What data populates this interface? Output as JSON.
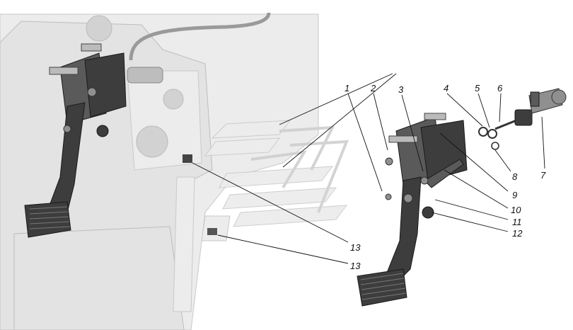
{
  "callouts": [
    {
      "id": "c1",
      "label": "1"
    },
    {
      "id": "c2",
      "label": "2"
    },
    {
      "id": "c3",
      "label": "3"
    },
    {
      "id": "c4",
      "label": "4"
    },
    {
      "id": "c5",
      "label": "5"
    },
    {
      "id": "c6",
      "label": "6"
    },
    {
      "id": "c7",
      "label": "7"
    },
    {
      "id": "c8",
      "label": "8"
    },
    {
      "id": "c9",
      "label": "9"
    },
    {
      "id": "c10",
      "label": "10"
    },
    {
      "id": "c11",
      "label": "11"
    },
    {
      "id": "c12",
      "label": "12"
    },
    {
      "id": "c13a",
      "label": "13"
    },
    {
      "id": "c13b",
      "label": "13"
    }
  ],
  "colors": {
    "background": "#ffffff",
    "part": "#3d3d3d",
    "ghost": "#ececec"
  }
}
